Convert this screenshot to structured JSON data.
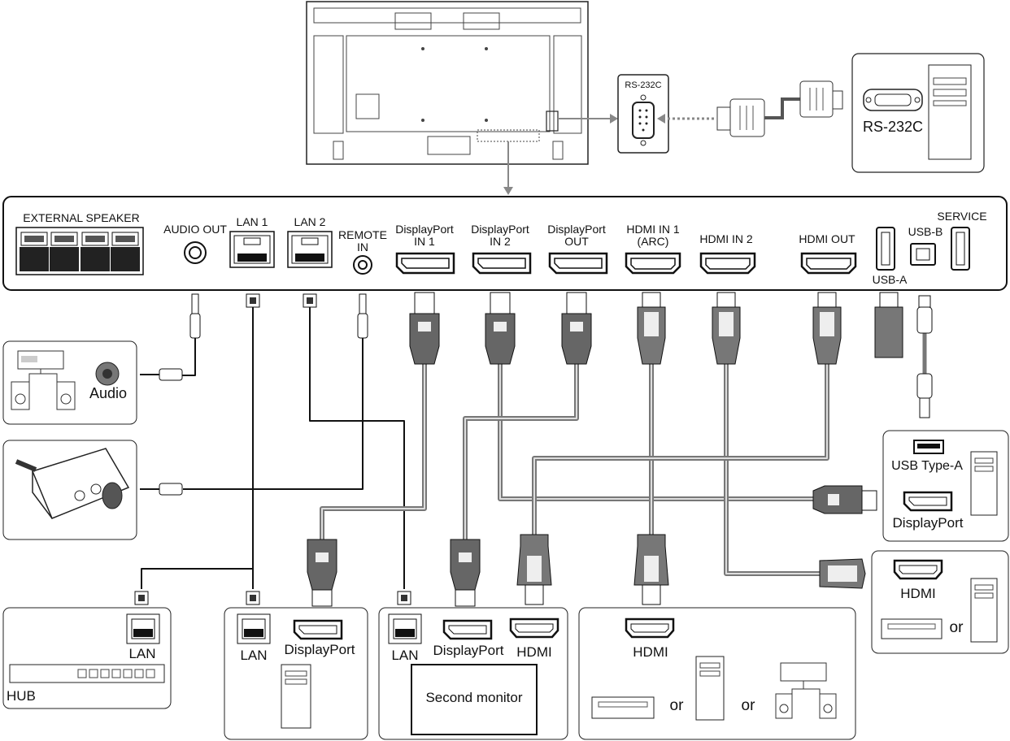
{
  "panel_labels": {
    "external_speaker": "EXTERNAL SPEAKER",
    "audio_out": "AUDIO OUT",
    "lan1": "LAN 1",
    "lan2": "LAN 2",
    "remote_in_1": "REMOTE",
    "remote_in_2": "IN",
    "dp_in1_1": "DisplayPort",
    "dp_in1_2": "IN 1",
    "dp_in2_1": "DisplayPort",
    "dp_in2_2": "IN 2",
    "dp_out_1": "DisplayPort",
    "dp_out_2": "OUT",
    "hdmi_in1_1": "HDMI IN 1",
    "hdmi_in1_2": "(ARC)",
    "hdmi_in2": "HDMI IN 2",
    "hdmi_out": "HDMI OUT",
    "usb_b": "USB-B",
    "usb_a": "USB-A",
    "service": "SERVICE"
  },
  "rs232c": {
    "port_label": "RS-232C",
    "pc_label": "RS-232C"
  },
  "devices": {
    "audio_label": "Audio",
    "hub_lan": "LAN",
    "hub_label": "HUB",
    "pc1_lan": "LAN",
    "pc1_dp": "DisplayPort",
    "mon_lan": "LAN",
    "mon_dp": "DisplayPort",
    "mon_hdmi": "HDMI",
    "second_monitor": "Second monitor",
    "player_hdmi": "HDMI",
    "or1": "or",
    "or2": "or",
    "usb_type_a": "USB Type-A",
    "usb_dp": "DisplayPort",
    "hdmi_src": "HDMI",
    "or3": "or"
  }
}
